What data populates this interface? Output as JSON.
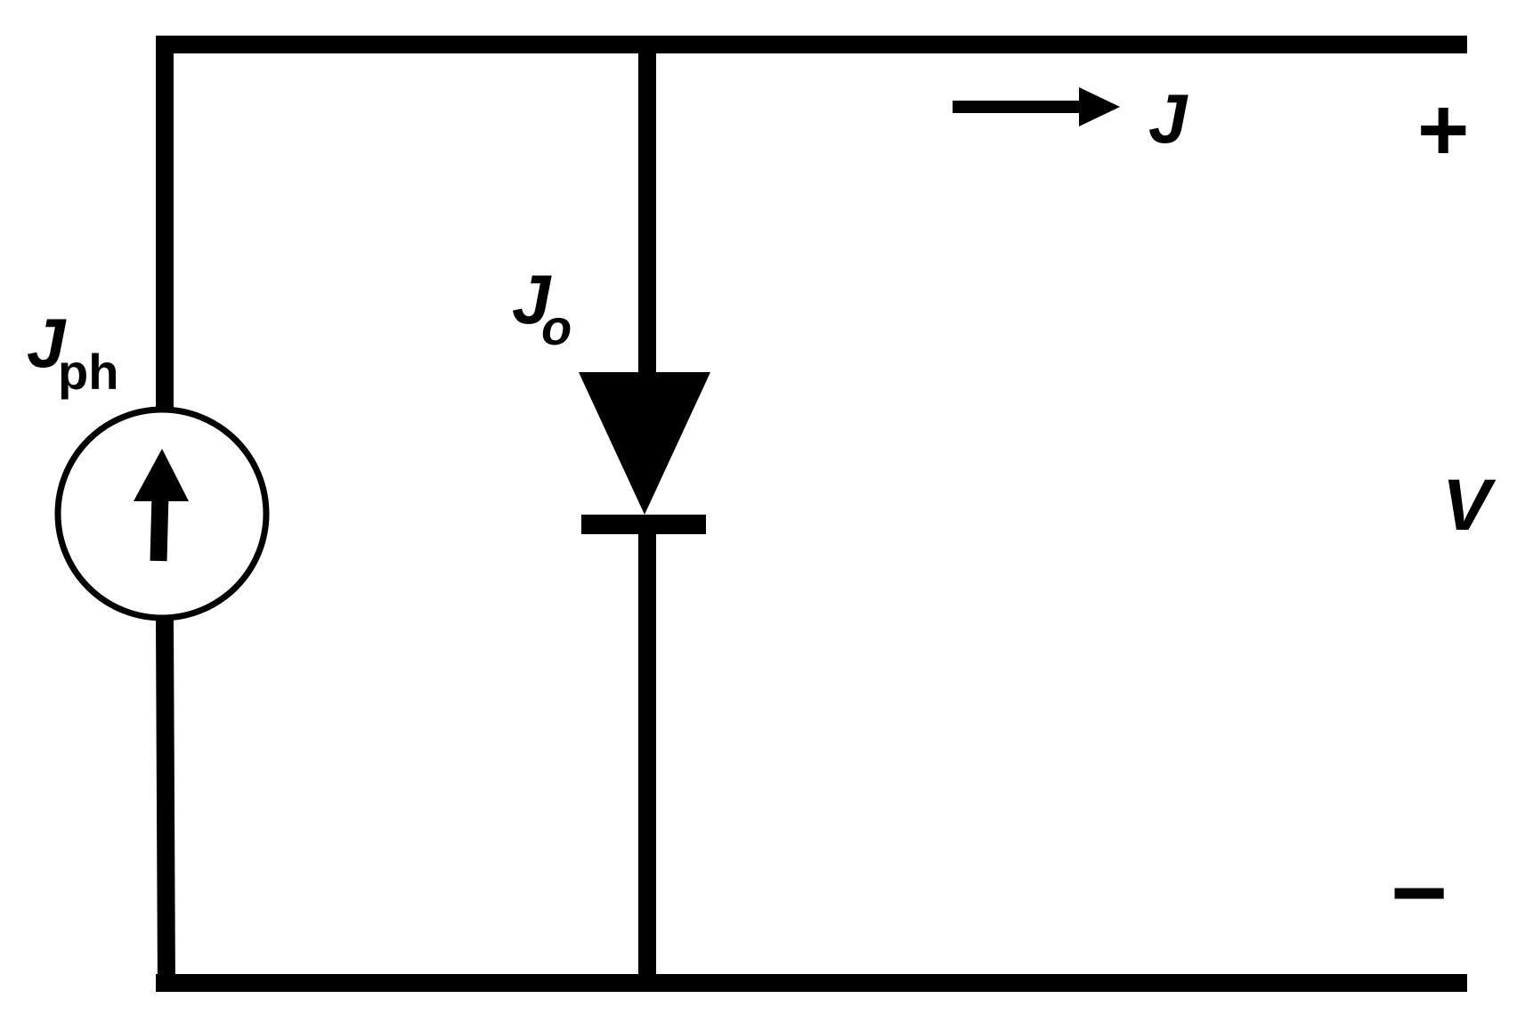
{
  "diagram": {
    "labels": {
      "photocurrent_main": "J",
      "photocurrent_sub": "ph",
      "diode_current_main": "J",
      "diode_current_sub": "o",
      "output_current": "J",
      "voltage": "V",
      "plus_terminal": "+",
      "minus_terminal": "−"
    },
    "colors": {
      "line": "#000000",
      "background": "#ffffff"
    }
  }
}
